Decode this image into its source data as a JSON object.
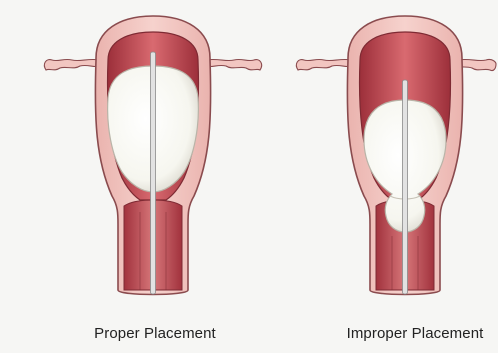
{
  "panels": [
    {
      "id": "proper",
      "caption": "Proper Placement",
      "balloon_position": "inside uterine cavity"
    },
    {
      "id": "improper",
      "caption": "Improper Placement",
      "balloon_position": "partly in cervical canal"
    }
  ],
  "colors": {
    "background": "#f6f6f4",
    "uterine_wall": "#f1c3be",
    "wall_outline": "#8a4b4e",
    "lining_dark": "#a73a44",
    "lining_mid": "#c9575f",
    "balloon": "#fbfbf6",
    "catheter": "#d4d4d4"
  }
}
